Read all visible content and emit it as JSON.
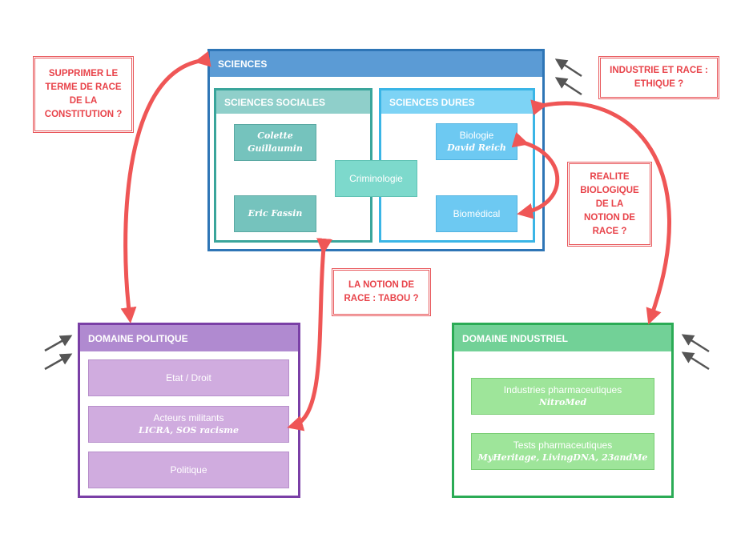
{
  "sciences": {
    "title": "SCIENCES",
    "sociales": {
      "title": "SCIENCES SOCIALES",
      "colette_1": "Colette",
      "colette_2": "Guillaumin",
      "eric": "Eric Fassin"
    },
    "dures": {
      "title": "SCIENCES DURES",
      "biologie": "Biologie",
      "david": "David Reich",
      "biomedical": "Biomédical"
    },
    "criminologie": "Criminologie"
  },
  "politique": {
    "title": "DOMAINE POLITIQUE",
    "etat": "Etat / Droit",
    "acteurs": "Acteurs militants",
    "licra": "LICRA, SOS racisme",
    "politique": "Politique"
  },
  "industriel": {
    "title": "DOMAINE INDUSTRIEL",
    "industries": "Industries pharmaceutiques",
    "nitromed": "NitroMed",
    "tests": "Tests pharmaceutiques",
    "brands": "MyHeritage, LivingDNA, 23andMe"
  },
  "notes": {
    "supprimer": [
      "SUPPRIMER LE",
      "TERME DE RACE",
      "DE LA",
      "CONSTITUTION ?"
    ],
    "industrie": [
      "INDUSTRIE ET RACE :",
      "ETHIQUE ?"
    ],
    "realite": [
      "REALITE",
      "BIOLOGIQUE",
      "DE LA",
      "NOTION DE",
      "RACE ?"
    ],
    "tabou": [
      "LA NOTION DE",
      "RACE : TABOU ?"
    ]
  },
  "colors": {
    "sciences_header": "#5b9bd5",
    "sciences_border": "#2e75b6",
    "sociales_header": "#8fcfca",
    "sociales_border": "#3aa59b",
    "sociales_box": "#75c3bd",
    "criminologie_box": "#7dd9cc",
    "dures_header": "#7dd3f5",
    "dures_border": "#3ab5e6",
    "dures_box": "#6dc9f2",
    "politique_header": "#b08ad0",
    "politique_border": "#7a3fa6",
    "politique_box": "#d0acdf",
    "industriel_header": "#72d197",
    "industriel_border": "#2bab55",
    "industriel_box": "#9ee59a",
    "arrow_red": "#ef5656",
    "note_red": "#e8434a"
  }
}
